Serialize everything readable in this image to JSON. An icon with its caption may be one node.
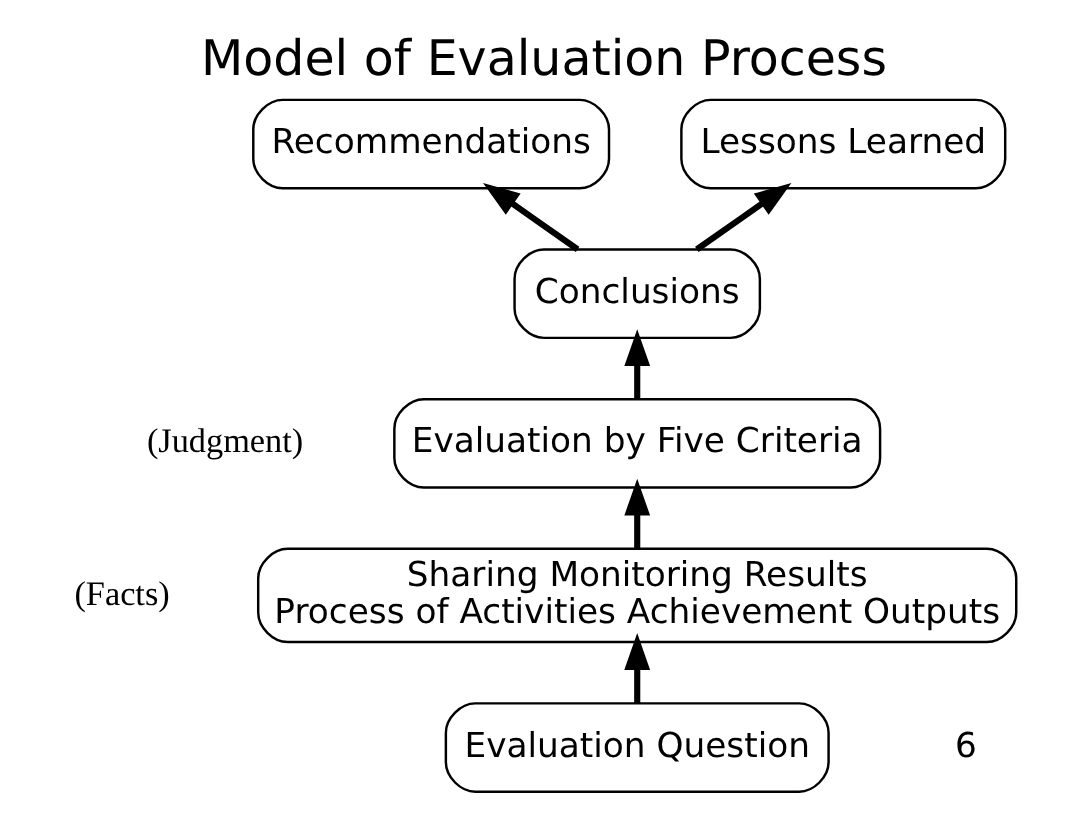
{
  "diagram": {
    "title": "Model of Evaluation Process",
    "nodes": [
      {
        "text": [
          "Recommendations"
        ]
      },
      {
        "text": [
          "Lessons Learned"
        ]
      },
      {
        "text": [
          "Conclusions"
        ]
      },
      {
        "text": [
          "Evaluation by Five Criteria"
        ],
        "beside": [
          "(Judgment)"
        ]
      },
      {
        "text": [
          "Sharing Monitoring Results",
          "Process of Activities Achievement Outputs"
        ],
        "beside": [
          "(Facts)"
        ]
      },
      {
        "text": [
          "Evaluation Question"
        ]
      }
    ],
    "edges": [
      {
        "from": 5,
        "to": 4,
        "arrow": "to"
      },
      {
        "from": 4,
        "to": 3,
        "arrow": "to"
      },
      {
        "from": 3,
        "to": 2,
        "arrow": "to"
      },
      {
        "from": 2,
        "to": 0,
        "arrow": "to"
      },
      {
        "from": 2,
        "to": 1,
        "arrow": "to"
      }
    ],
    "labels": [
      "6"
    ]
  }
}
